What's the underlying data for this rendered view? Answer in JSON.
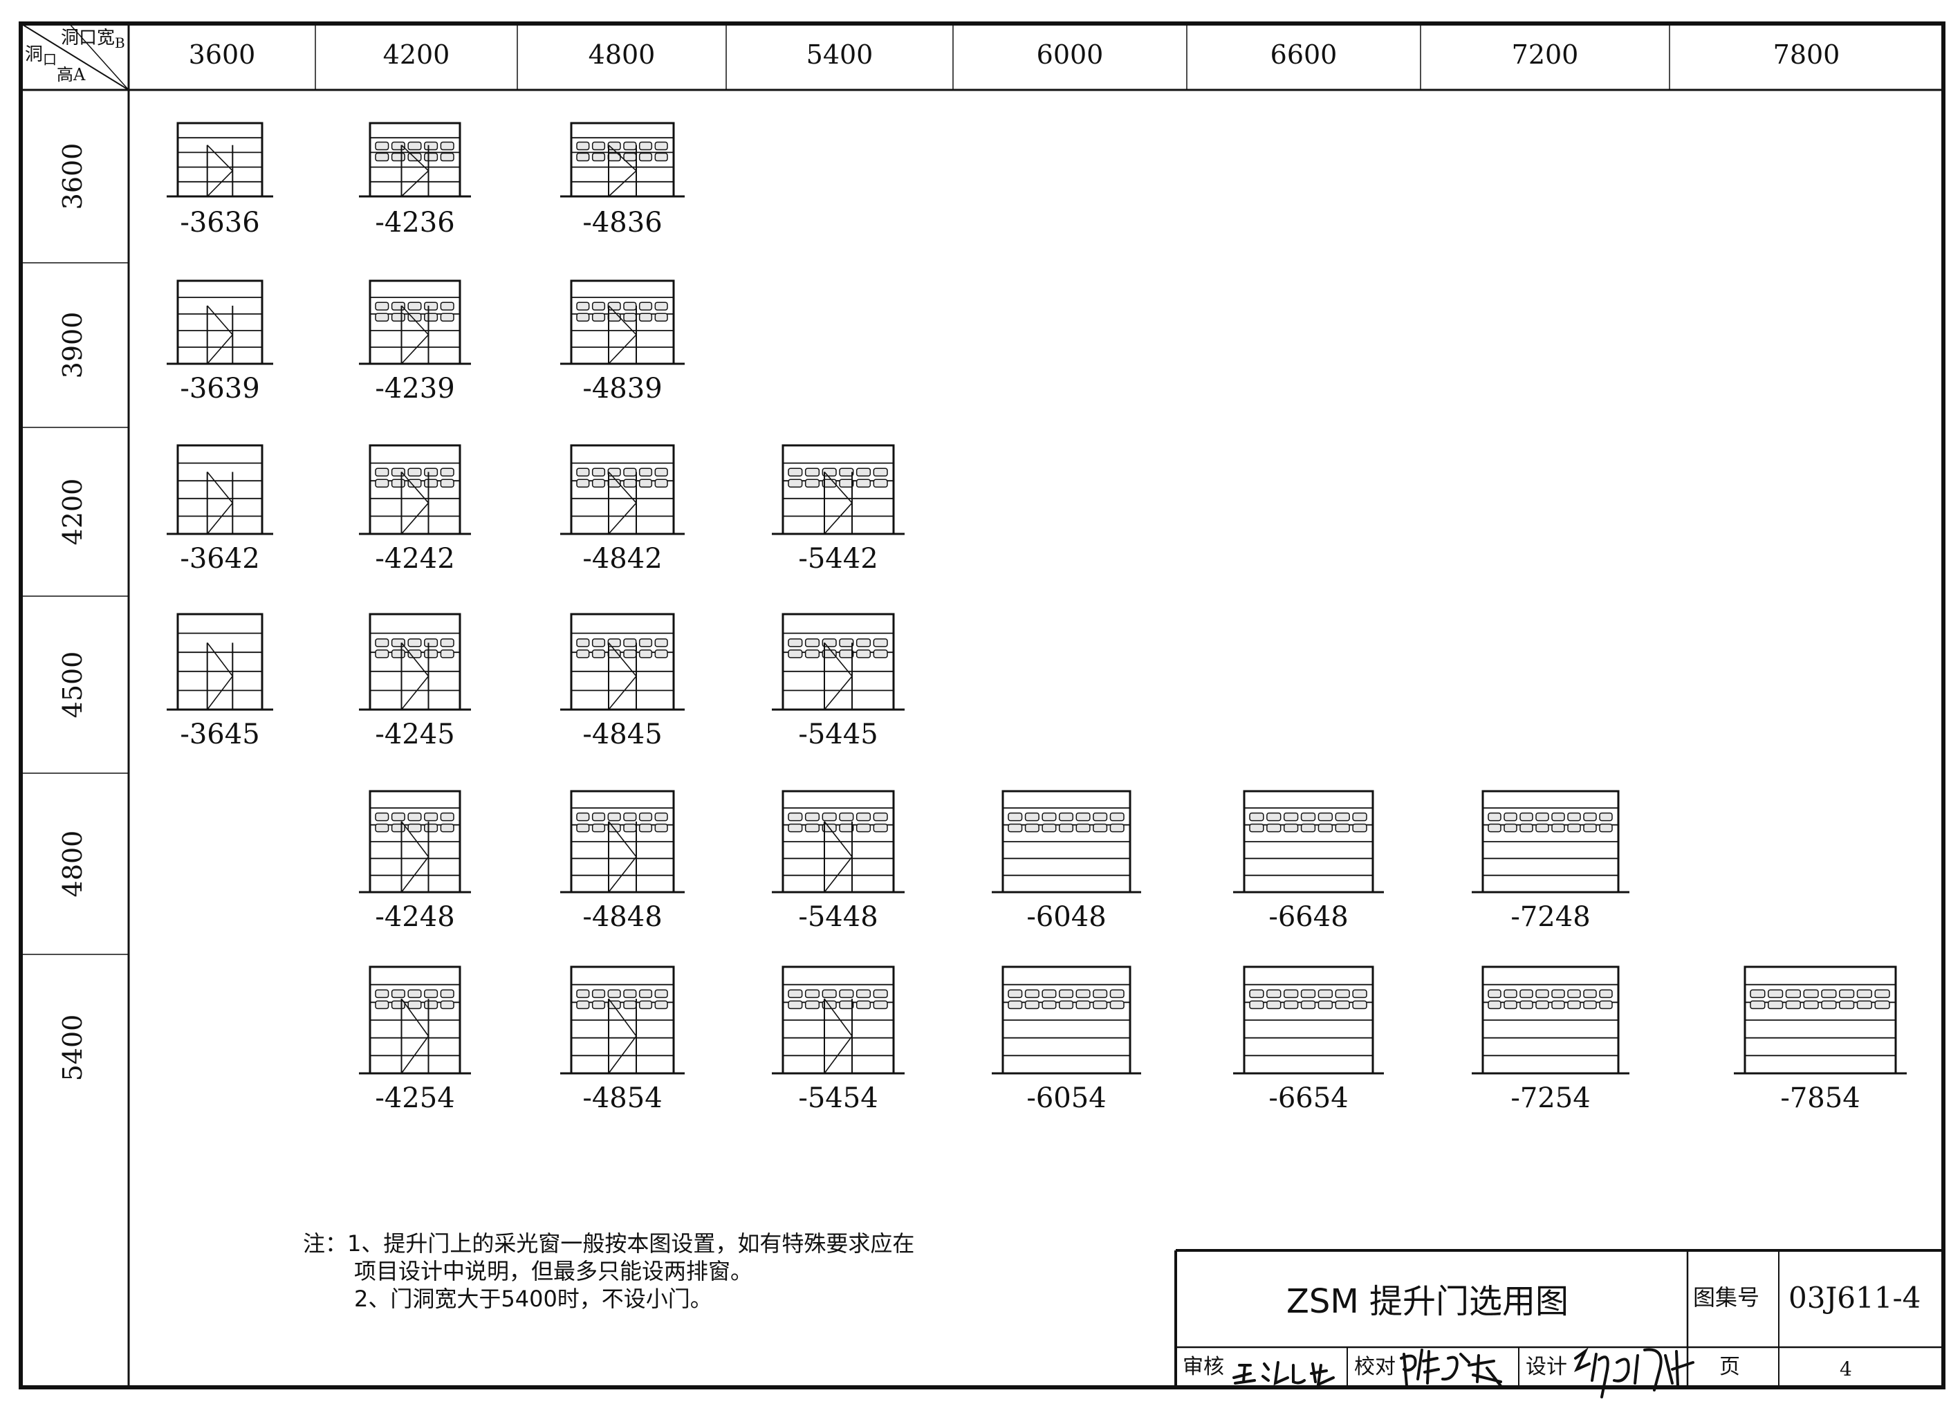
{
  "corner": {
    "top_right": "洞口宽",
    "top_right_sub": "B",
    "bottom_left": "洞口高",
    "bottom_left_sub": "A",
    "left_char": "洞",
    "mid_char": "口"
  },
  "widths": [
    "3600",
    "4200",
    "4800",
    "5400",
    "6000",
    "6600",
    "7200",
    "7800"
  ],
  "heights": [
    "3600",
    "3900",
    "4200",
    "4500",
    "4800",
    "5400"
  ],
  "doors": [
    {
      "code": "-3636",
      "row": 0,
      "col": 0,
      "small_door": true,
      "window_rows": 0
    },
    {
      "code": "-4236",
      "row": 0,
      "col": 1,
      "small_door": true,
      "window_rows": 2
    },
    {
      "code": "-4836",
      "row": 0,
      "col": 2,
      "small_door": true,
      "window_rows": 2
    },
    {
      "code": "-3639",
      "row": 1,
      "col": 0,
      "small_door": true,
      "window_rows": 0
    },
    {
      "code": "-4239",
      "row": 1,
      "col": 1,
      "small_door": true,
      "window_rows": 2
    },
    {
      "code": "-4839",
      "row": 1,
      "col": 2,
      "small_door": true,
      "window_rows": 2
    },
    {
      "code": "-3642",
      "row": 2,
      "col": 0,
      "small_door": true,
      "window_rows": 0
    },
    {
      "code": "-4242",
      "row": 2,
      "col": 1,
      "small_door": true,
      "window_rows": 2
    },
    {
      "code": "-4842",
      "row": 2,
      "col": 2,
      "small_door": true,
      "window_rows": 2
    },
    {
      "code": "-5442",
      "row": 2,
      "col": 3,
      "small_door": true,
      "window_rows": 2
    },
    {
      "code": "-3645",
      "row": 3,
      "col": 0,
      "small_door": true,
      "window_rows": 0
    },
    {
      "code": "-4245",
      "row": 3,
      "col": 1,
      "small_door": true,
      "window_rows": 2
    },
    {
      "code": "-4845",
      "row": 3,
      "col": 2,
      "small_door": true,
      "window_rows": 2
    },
    {
      "code": "-5445",
      "row": 3,
      "col": 3,
      "small_door": true,
      "window_rows": 2
    },
    {
      "code": "-4248",
      "row": 4,
      "col": 1,
      "small_door": true,
      "window_rows": 2
    },
    {
      "code": "-4848",
      "row": 4,
      "col": 2,
      "small_door": true,
      "window_rows": 2
    },
    {
      "code": "-5448",
      "row": 4,
      "col": 3,
      "small_door": true,
      "window_rows": 2
    },
    {
      "code": "-6048",
      "row": 4,
      "col": 4,
      "small_door": false,
      "window_rows": 2
    },
    {
      "code": "-6648",
      "row": 4,
      "col": 5,
      "small_door": false,
      "window_rows": 2
    },
    {
      "code": "-7248",
      "row": 4,
      "col": 6,
      "small_door": false,
      "window_rows": 2
    },
    {
      "code": "-4254",
      "row": 5,
      "col": 1,
      "small_door": true,
      "window_rows": 2
    },
    {
      "code": "-4854",
      "row": 5,
      "col": 2,
      "small_door": true,
      "window_rows": 2
    },
    {
      "code": "-5454",
      "row": 5,
      "col": 3,
      "small_door": true,
      "window_rows": 2
    },
    {
      "code": "-6054",
      "row": 5,
      "col": 4,
      "small_door": false,
      "window_rows": 2
    },
    {
      "code": "-6654",
      "row": 5,
      "col": 5,
      "small_door": false,
      "window_rows": 2
    },
    {
      "code": "-7254",
      "row": 5,
      "col": 6,
      "small_door": false,
      "window_rows": 2
    },
    {
      "code": "-7854",
      "row": 5,
      "col": 7,
      "small_door": false,
      "window_rows": 2
    }
  ],
  "notes": {
    "label": "注：",
    "line1": "1、提升门上的采光窗一般按本图设置，如有特殊要求应在",
    "line2": "项目设计中说明，但最多只能设两排窗。",
    "line3": "2、门洞宽大于5400时，不设小门。"
  },
  "title_block": {
    "title": "ZSM 提升门选用图",
    "atlas_label": "图集号",
    "atlas_no": "03J611-4",
    "review_label": "审核",
    "check_label": "校对",
    "design_label": "设计",
    "page_label": "页",
    "page_no": "4"
  },
  "colors": {
    "ink": "#111111",
    "paper": "#ffffff",
    "window_fill": "#e8e8e8"
  }
}
